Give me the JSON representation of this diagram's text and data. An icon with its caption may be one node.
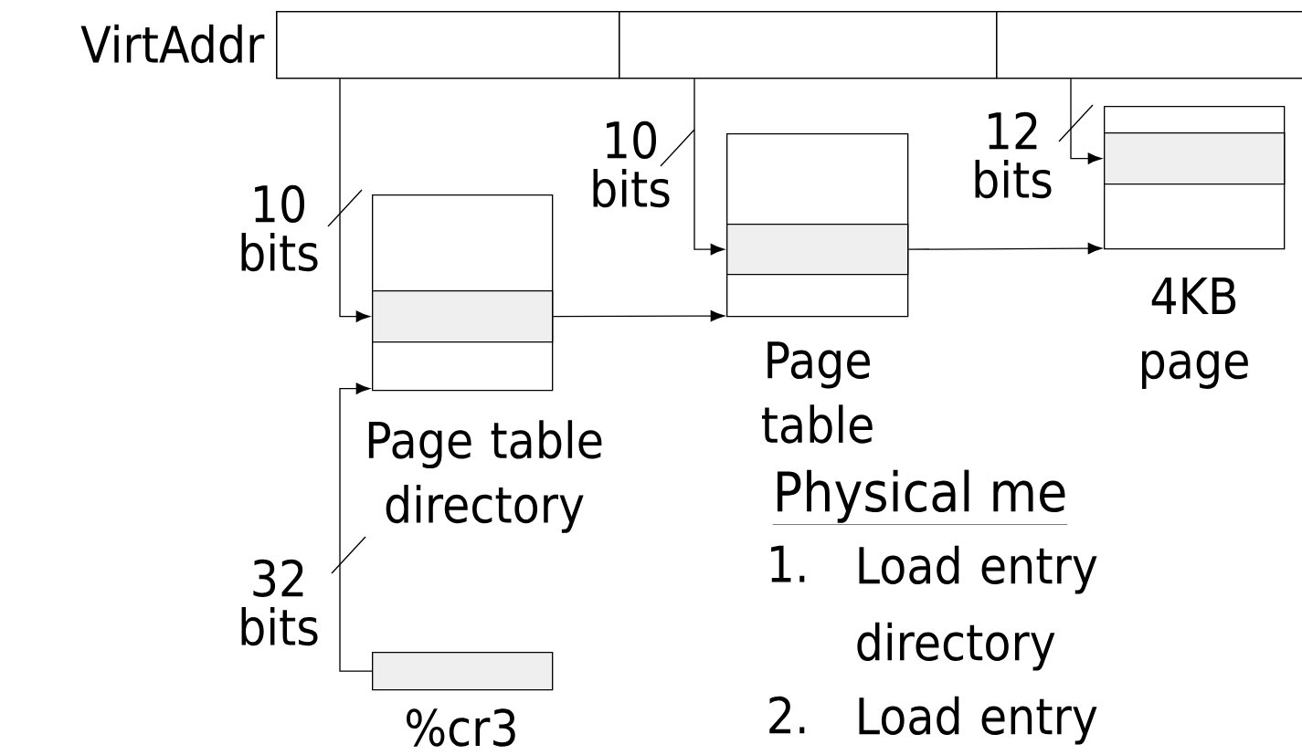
{
  "diagram": {
    "nodes": [
      {
        "text": [
          "VirtAddr"
        ]
      },
      {
        "text": [],
        "shape": "box",
        "in": 0
      },
      {
        "text": [],
        "shape": "box",
        "in": 0
      },
      {
        "text": [],
        "shape": "box",
        "in": 0
      },
      {
        "text": [
          "Page table directory"
        ]
      },
      {
        "text": [],
        "shape": "box",
        "in": 4
      },
      {
        "text": [
          "Page table"
        ]
      },
      {
        "text": [],
        "shape": "box",
        "in": 6
      },
      {
        "text": [
          "4KB page"
        ]
      },
      {
        "text": [],
        "shape": "box",
        "in": 8
      },
      {
        "text": [
          "%cr3"
        ]
      }
    ],
    "edges": [
      {
        "from": 1,
        "to": 5,
        "arrow": "to",
        "label": "10 bits"
      },
      {
        "from": 2,
        "to": 7,
        "arrow": "to",
        "label": "10 bits"
      },
      {
        "from": 3,
        "to": 9,
        "arrow": "to",
        "label": "12 bits"
      },
      {
        "from": 5,
        "to": 6,
        "arrow": "to"
      },
      {
        "from": 7,
        "to": 8,
        "arrow": "to"
      },
      {
        "from": 10,
        "to": 4,
        "arrow": "to",
        "label": "32 bits"
      }
    ],
    "labels": [
      "Physical me",
      "1.",
      "Load entry directory",
      "2.",
      "Load entry"
    ]
  }
}
